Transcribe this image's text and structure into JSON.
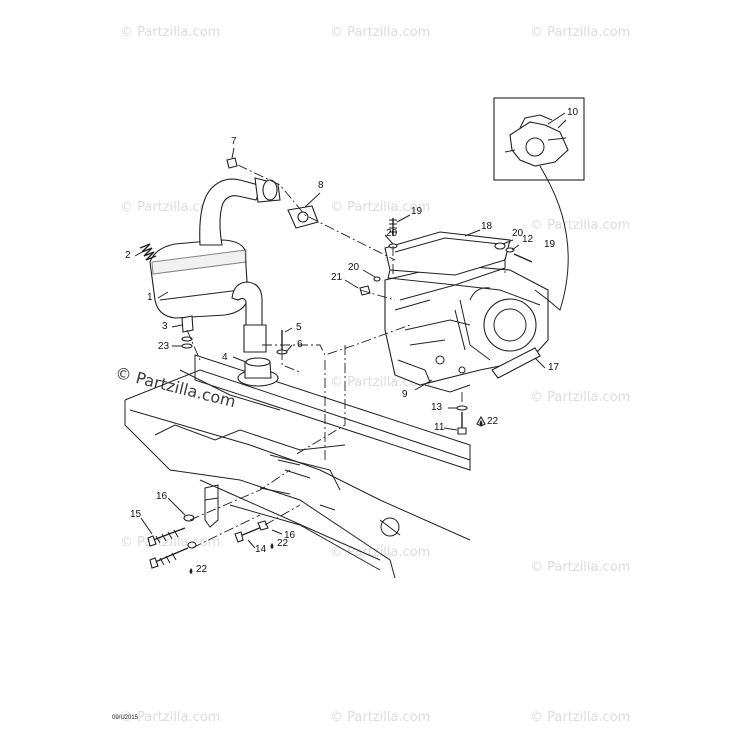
{
  "watermark": {
    "text": "© Partzilla.com",
    "grid_text": "© Partzilla.com"
  },
  "date_code": "09/U2015",
  "callouts": {
    "c1": "1",
    "c2": "2",
    "c3": "3",
    "c4": "4",
    "c5": "5",
    "c6": "6",
    "c7": "7",
    "c8": "8",
    "c9": "9",
    "c10": "10",
    "c11": "11",
    "c12": "12",
    "c13": "13",
    "c14": "14",
    "c15": "15",
    "c16a": "16",
    "c16b": "16",
    "c17": "17",
    "c18": "18",
    "c19a": "19",
    "c19b": "19",
    "c20a": "20",
    "c20b": "20",
    "c20c": "20",
    "c21": "21",
    "c22a": "22",
    "c22b": "22",
    "c22c": "22",
    "c23": "23"
  }
}
